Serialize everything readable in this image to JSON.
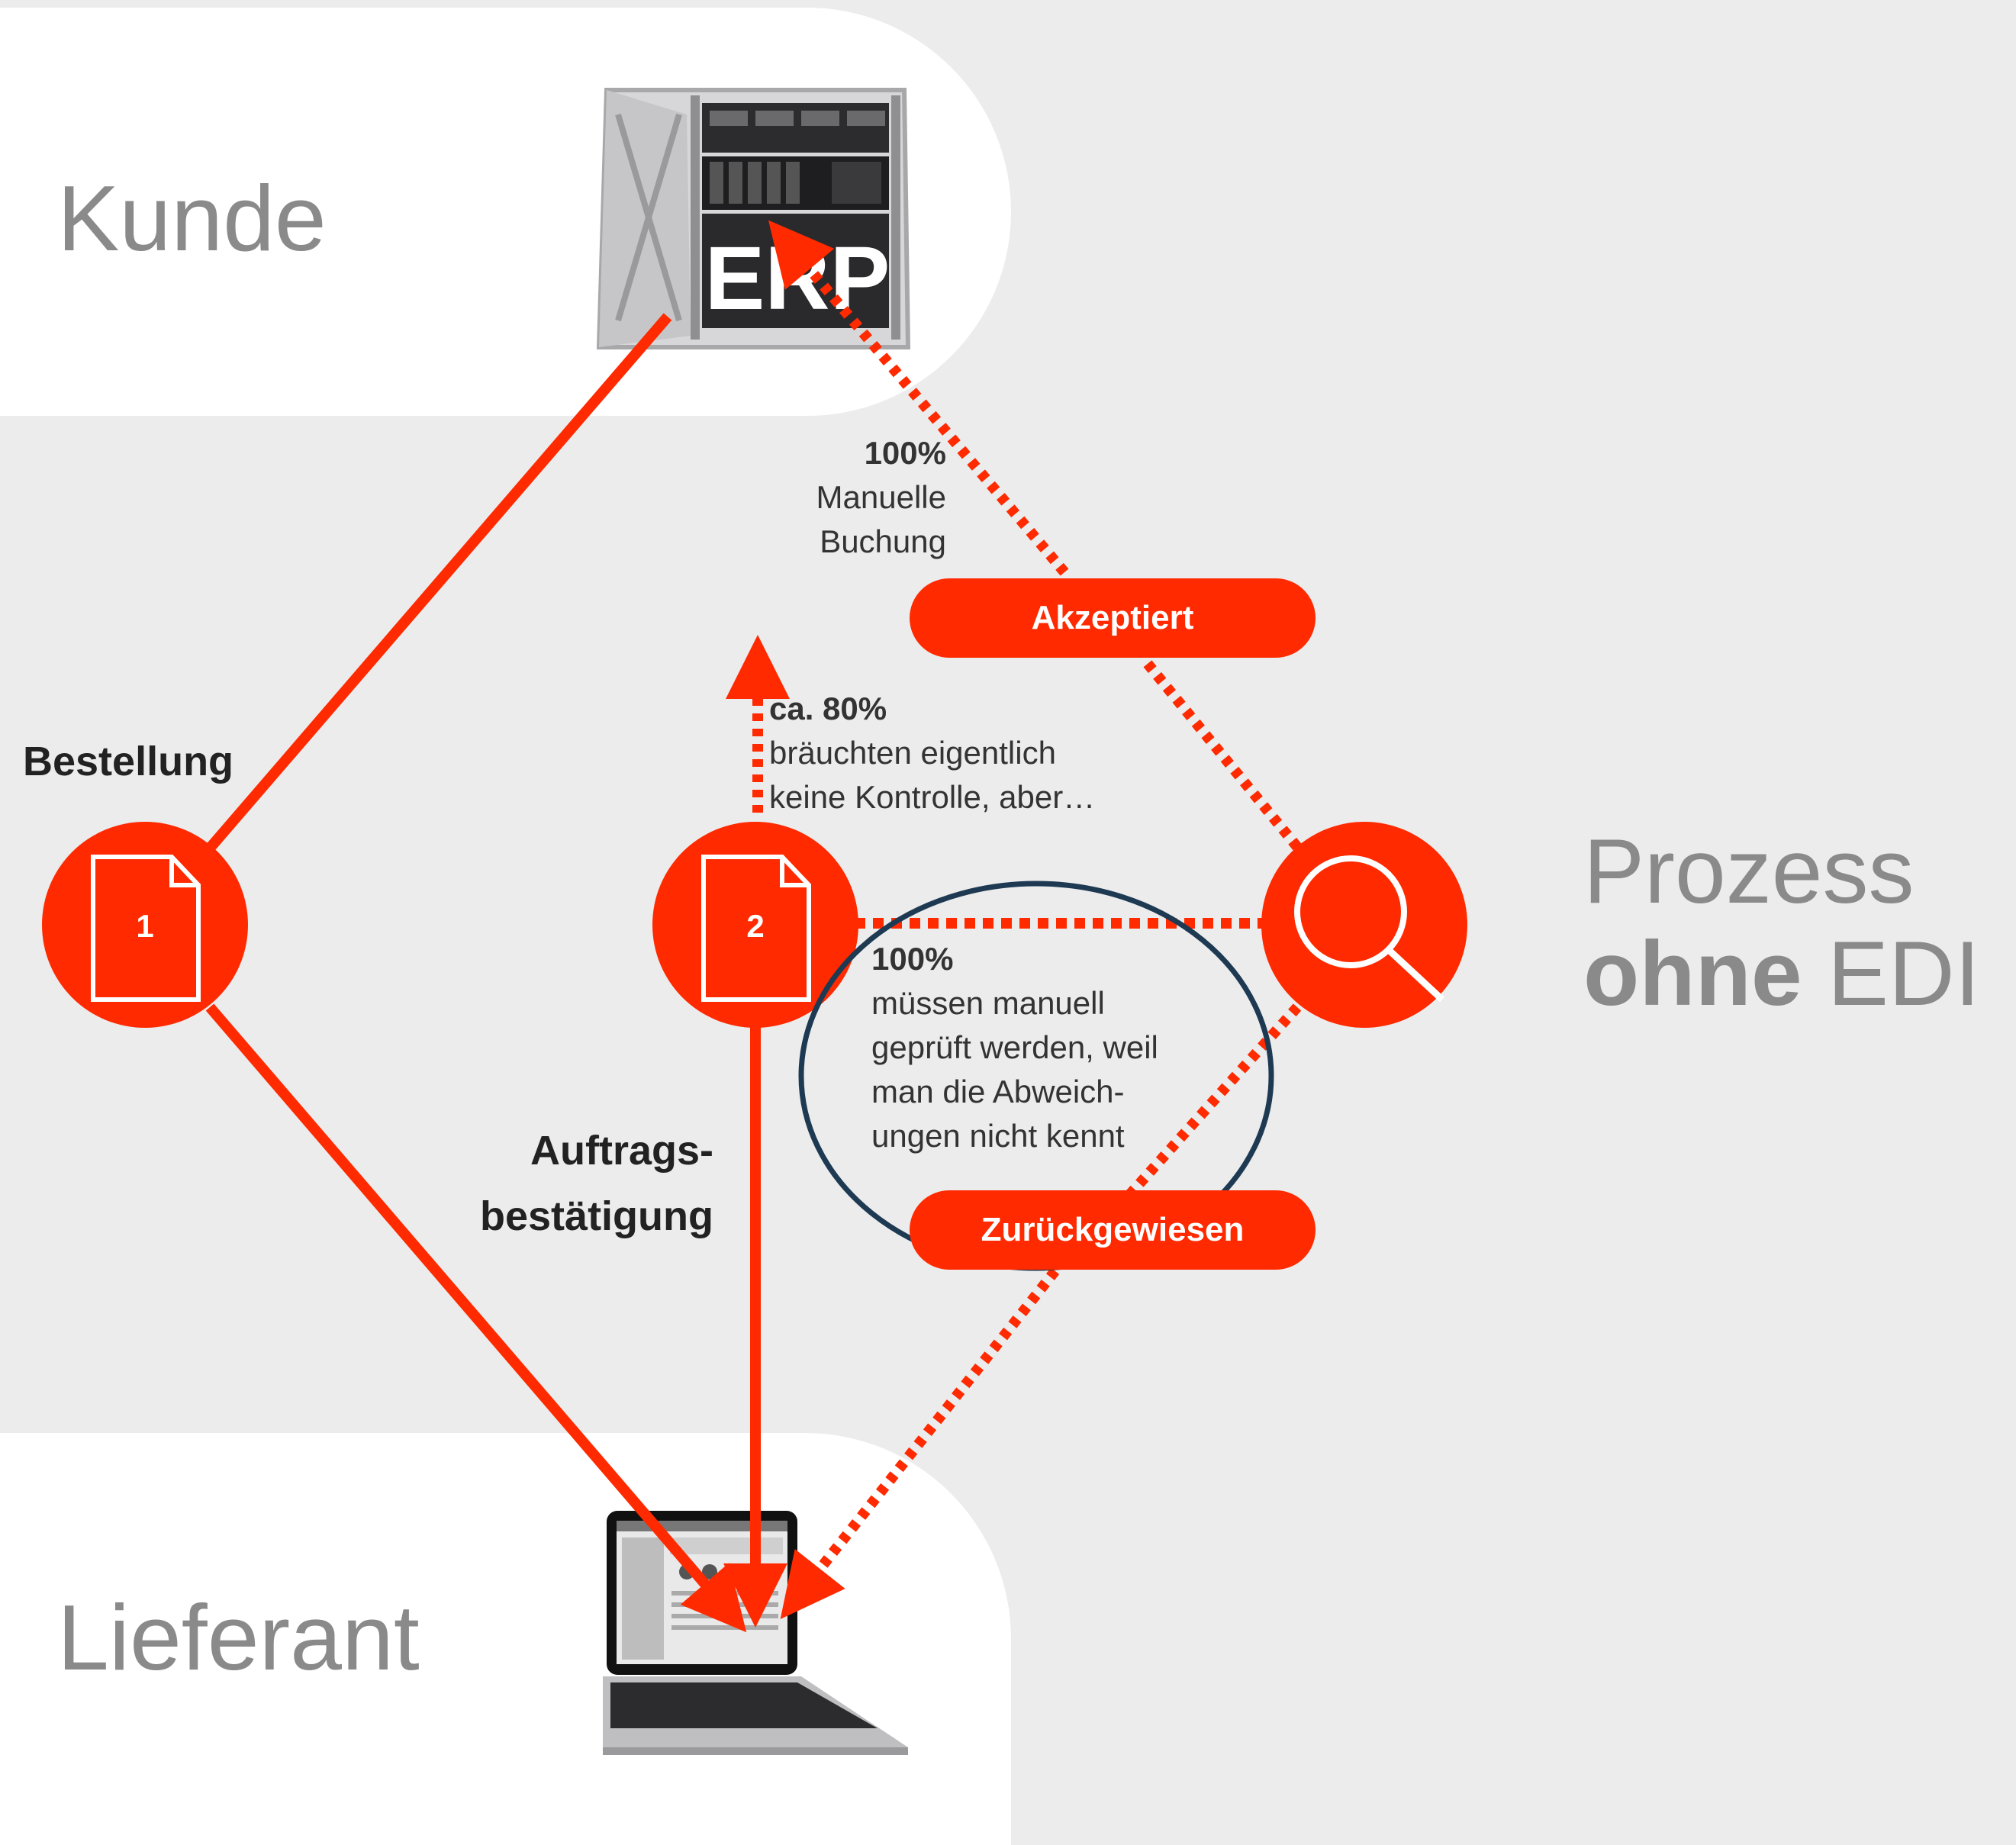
{
  "roles": {
    "customer": "Kunde",
    "supplier": "Lieferant"
  },
  "title": {
    "line1": "Prozess",
    "bold": "ohne",
    "rest": "EDI"
  },
  "erp": {
    "label": "ERP"
  },
  "documents": [
    {
      "number": "1"
    },
    {
      "number": "2"
    }
  ],
  "labels": {
    "order": "Bestellung",
    "confirmation_line1": "Auftrags-",
    "confirmation_line2": "bestätigung"
  },
  "notes": {
    "booking": {
      "percent": "100%",
      "line1": "Manuelle",
      "line2": "Buchung"
    },
    "eighty": {
      "percent": "ca. 80%",
      "line1": "bräuchten eigentlich",
      "line2": "keine Kontrolle, aber…"
    },
    "check": {
      "percent": "100%",
      "line1": "müssen manuell",
      "line2": "geprüft werden, weil",
      "line3": "man die Abweich-",
      "line4": "ungen nicht kennt"
    }
  },
  "status": {
    "accepted": "Akzeptiert",
    "rejected": "Zurückgewiesen"
  },
  "colors": {
    "accent": "#ff2a00",
    "ellipse": "#1e3a52",
    "background": "#ececed",
    "lane": "#ffffff"
  },
  "icons": [
    "server-rack-icon",
    "document-icon",
    "magnifier-icon",
    "laptop-icon"
  ]
}
